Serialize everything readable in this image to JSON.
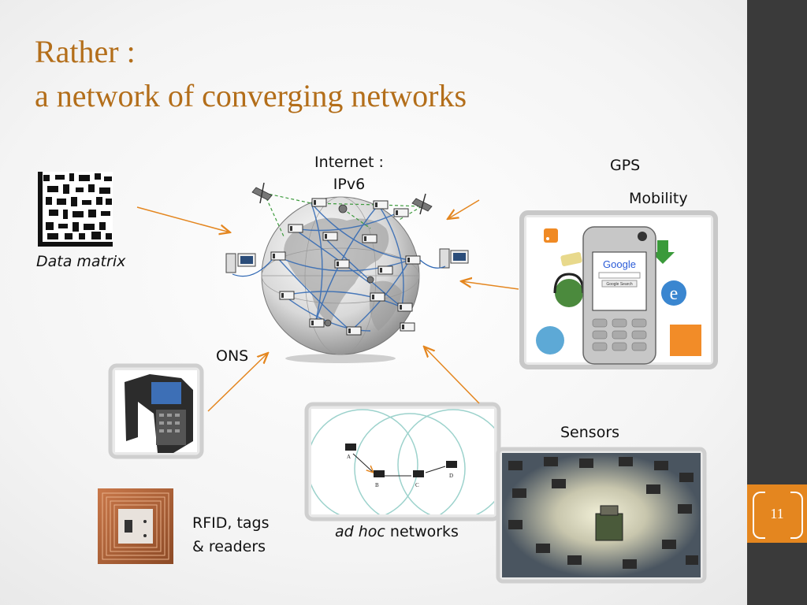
{
  "title": {
    "line1": "Rather :",
    "line2": "a network of converging networks"
  },
  "labels": {
    "internet_line1": "Internet :",
    "internet_line2": "IPv6",
    "gps": "GPS",
    "mobility": "Mobility",
    "data_matrix": "Data matrix",
    "ons": "ONS",
    "sensors": "Sensors",
    "rfid_line1": "RFID, tags",
    "rfid_line2": "& readers",
    "adhoc_italic": "ad hoc",
    "adhoc_rest": " networks"
  },
  "phone": {
    "search_brand": "Google",
    "search_button": "Google Search"
  },
  "adhoc_nodes": [
    "A",
    "B",
    "C",
    "D"
  ],
  "slide_number": "11",
  "colors": {
    "title": "#b36e1a",
    "arrow": "#e4861f",
    "sidebar": "#3a3a3a",
    "slide_number_bg": "#e4861f"
  }
}
